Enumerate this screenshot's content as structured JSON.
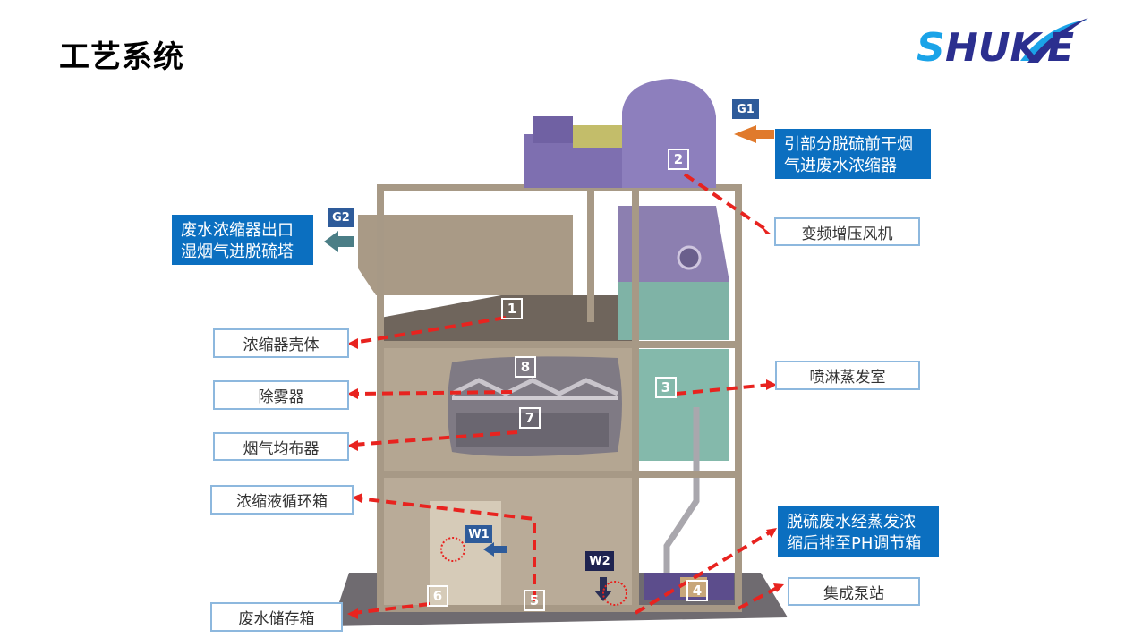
{
  "page": {
    "title": "工艺系统",
    "logo_text": "SHUKE",
    "brand_colors": {
      "primary": "#2b2f8f",
      "light": "#1aa3e8",
      "callout_blue": "#0b6fc0",
      "arrow_red": "#e8231f"
    }
  },
  "flow_tags": {
    "g1": "G1",
    "g2": "G2",
    "w1": "W1",
    "w2": "W2"
  },
  "flow_notes": {
    "g1_note": "引部分脱硫前干烟气进废水浓缩器",
    "g2_note": "废水浓缩器出口湿烟气进脱硫塔",
    "w2_note": "脱硫废水经蒸发浓缩后排至PH调节箱"
  },
  "components": [
    {
      "num": "1",
      "label": "浓缩器壳体"
    },
    {
      "num": "2",
      "label": "变频增压风机"
    },
    {
      "num": "3",
      "label": "喷淋蒸发室"
    },
    {
      "num": "4",
      "label": "集成泵站"
    },
    {
      "num": "5",
      "label": "浓缩液循环箱"
    },
    {
      "num": "6",
      "label": "废水储存箱"
    },
    {
      "num": "7",
      "label": "烟气均布器"
    },
    {
      "num": "8",
      "label": "除雾器"
    }
  ]
}
